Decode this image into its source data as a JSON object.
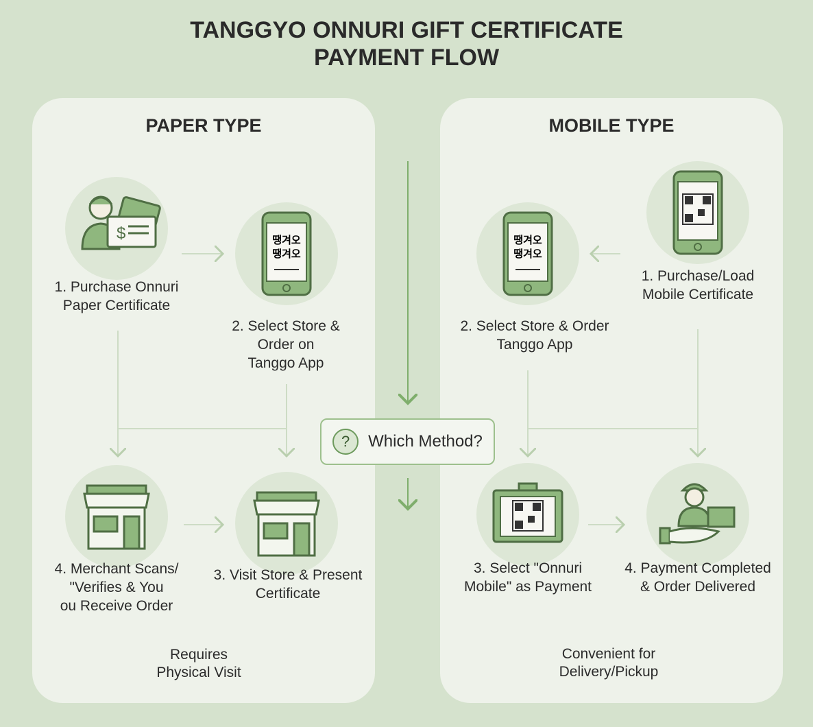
{
  "title": {
    "line1": "TANGGYO ONNURI GIFT CERTIFICATE",
    "line2": "PAYMENT FLOW"
  },
  "paper": {
    "title": "PAPER TYPE",
    "steps": [
      {
        "l1": "1. Purchase Onnuri",
        "l2": "Paper Certificate"
      },
      {
        "l1": "2. Select Store &",
        "l2": "Order on",
        "l3": "Tanggo App"
      },
      {
        "l1": "3. Visit Store & Present",
        "l2": "Certificate"
      },
      {
        "l1": "4. Merchant Scans/",
        "l2": "\"Verifies & You",
        "l3": "ou Receive Order"
      }
    ],
    "note": {
      "l1": "Requires",
      "l2": "Physical Visit"
    }
  },
  "mobile": {
    "title": "MOBILE TYPE",
    "steps": [
      {
        "l1": "1. Purchase/Load",
        "l2": "Mobile Certificate"
      },
      {
        "l1": "2. Select Store & Order",
        "l2": "Tanggo App"
      },
      {
        "l1": "3. Select \"Onnuri",
        "l2": "Mobile\" as Payment"
      },
      {
        "l1": "4. Payment Completed",
        "l2": "& Order Delivered"
      }
    ],
    "note": {
      "l1": "Convenient for",
      "l2": "Delivery/Pickup"
    }
  },
  "decision": {
    "icon": "?",
    "label": "Which Method?"
  },
  "phone_text": "땡겨오",
  "colors": {
    "accent": "#8fb77e",
    "dark": "#4f6e44",
    "bg": "#d5e2cd",
    "panel": "#eef2ea"
  }
}
